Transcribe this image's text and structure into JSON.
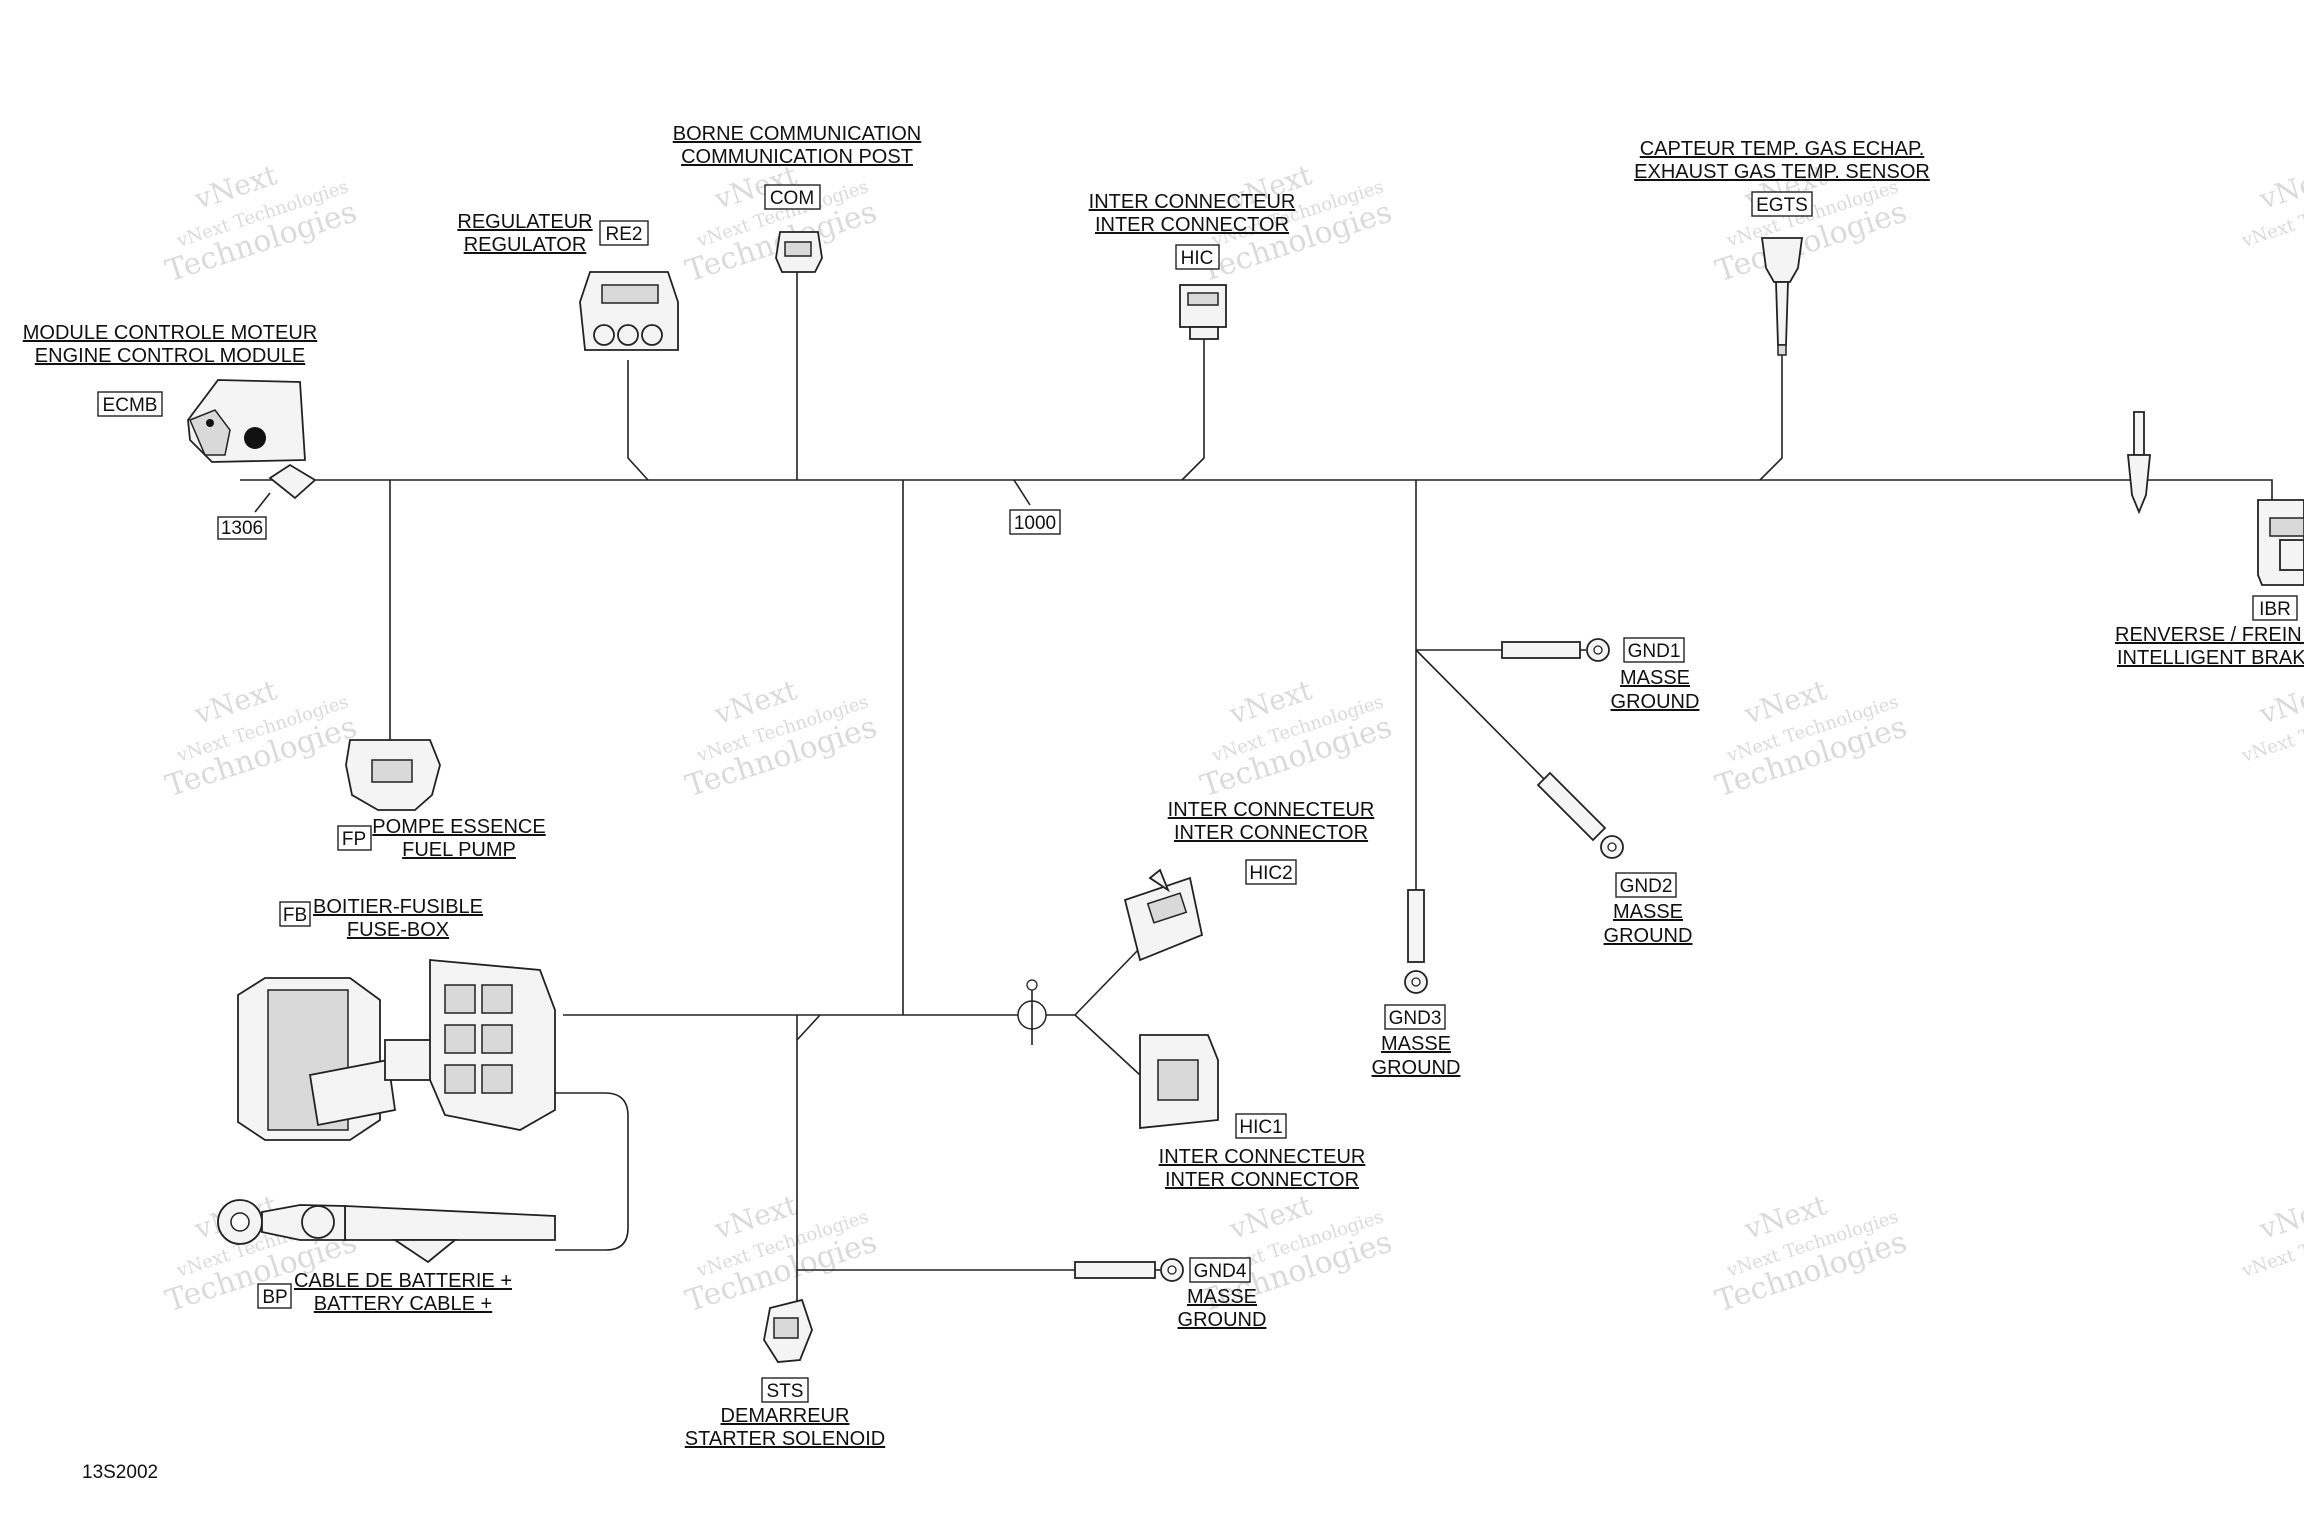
{
  "drawing_id": "13S2002",
  "harness_ref": "1000",
  "watermark": [
    "vNext",
    "vNext Technologies",
    "Technologies"
  ],
  "components": {
    "ecmb": {
      "code": "ECMB",
      "fr": "MODULE CONTROLE MOTEUR",
      "en": "ENGINE CONTROL MODULE"
    },
    "sub1306": {
      "code": "1306"
    },
    "re2": {
      "code": "RE2",
      "fr": "REGULATEUR",
      "en": "REGULATOR"
    },
    "com": {
      "code": "COM",
      "fr": "BORNE COMMUNICATION",
      "en": "COMMUNICATION POST"
    },
    "hic": {
      "code": "HIC",
      "fr": "INTER CONNECTEUR",
      "en": "INTER CONNECTOR"
    },
    "egts": {
      "code": "EGTS",
      "fr": "CAPTEUR TEMP. GAS ECHAP.",
      "en": "EXHAUST GAS TEMP. SENSOR"
    },
    "ibr": {
      "code": "IBR",
      "fr": "RENVERSE / FREIN I",
      "en": "INTELLIGENT BRAKI"
    },
    "gnd1": {
      "code": "GND1",
      "fr": "MASSE",
      "en": "GROUND"
    },
    "gnd2": {
      "code": "GND2",
      "fr": "MASSE",
      "en": "GROUND"
    },
    "gnd3": {
      "code": "GND3",
      "fr": "MASSE",
      "en": "GROUND"
    },
    "gnd4": {
      "code": "GND4",
      "fr": "MASSE",
      "en": "GROUND"
    },
    "fp": {
      "code": "FP",
      "fr": "POMPE ESSENCE",
      "en": "FUEL PUMP"
    },
    "fb": {
      "code": "FB",
      "fr": "BOITIER-FUSIBLE",
      "en": "FUSE-BOX"
    },
    "hic2": {
      "code": "HIC2",
      "fr": "INTER CONNECTEUR",
      "en": "INTER CONNECTOR"
    },
    "hic1": {
      "code": "HIC1",
      "fr": "INTER CONNECTEUR",
      "en": "INTER CONNECTOR"
    },
    "bp": {
      "code": "BP",
      "fr": "CABLE DE BATTERIE +",
      "en": "BATTERY CABLE +"
    },
    "sts": {
      "code": "STS",
      "fr": "DEMARREUR",
      "en": "STARTER SOLENOID"
    }
  }
}
